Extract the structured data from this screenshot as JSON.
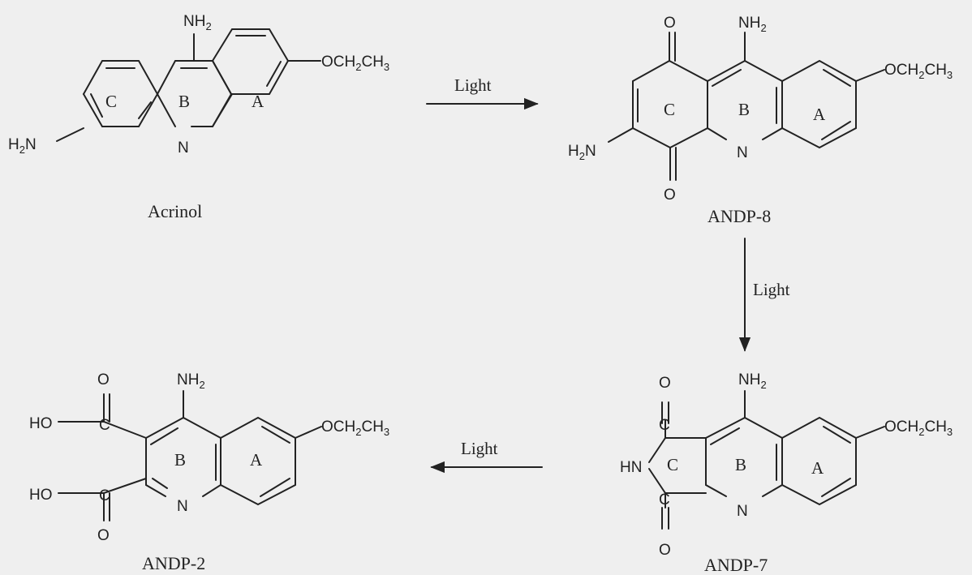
{
  "reagent": "Light",
  "compounds": [
    {
      "name": "Acrinol",
      "rings": [
        "C",
        "B",
        "A"
      ],
      "atoms": {
        "amine_top": "NH",
        "amine_top_sub": "2",
        "amine_left": "H",
        "amine_left_sub": "2",
        "amine_left_n": "N",
        "ether": "OCH",
        "ether_sub": "2",
        "ether_end": "CH",
        "ether_end_sub": "3",
        "ring_n": "N"
      }
    },
    {
      "name": "ANDP-8",
      "rings": [
        "C",
        "B",
        "A"
      ],
      "atoms": {
        "amine_top": "NH",
        "amine_top_sub": "2",
        "amine_left": "H",
        "amine_left_sub": "2",
        "amine_left_n": "N",
        "ether": "OCH",
        "ether_sub": "2",
        "ether_end": "CH",
        "ether_end_sub": "3",
        "ring_n": "N",
        "oxygen_top": "O",
        "oxygen_bottom": "O"
      }
    },
    {
      "name": "ANDP-7",
      "rings": [
        "C",
        "B",
        "A"
      ],
      "atoms": {
        "amine_top": "NH",
        "amine_top_sub": "2",
        "imide": "HN",
        "carbon_top": "C",
        "carbon_bottom": "C",
        "ether": "OCH",
        "ether_sub": "2",
        "ether_end": "CH",
        "ether_end_sub": "3",
        "ring_n": "N",
        "oxygen_top": "O",
        "oxygen_bottom": "O"
      }
    },
    {
      "name": "ANDP-2",
      "rings": [
        "B",
        "A"
      ],
      "atoms": {
        "amine_top": "NH",
        "amine_top_sub": "2",
        "hydroxyl_top": "HO",
        "hydroxyl_bottom": "HO",
        "carbon_top": "C",
        "carbon_bottom": "C",
        "ether": "OCH",
        "ether_sub": "2",
        "ether_end": "CH",
        "ether_end_sub": "3",
        "ring_n": "N",
        "oxygen_top": "O",
        "oxygen_bottom": "O"
      }
    }
  ]
}
